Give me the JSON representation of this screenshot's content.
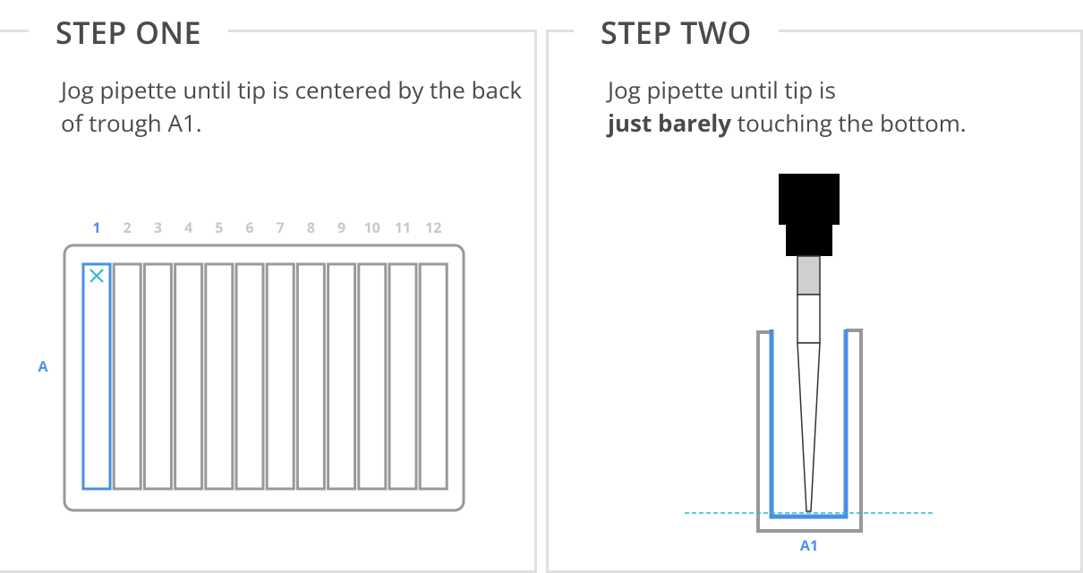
{
  "step_one": {
    "title": "STEP ONE",
    "instruction": "Jog pipette until tip is centered by the back of trough A1.",
    "diagram": {
      "row_label": "A",
      "columns": [
        "1",
        "2",
        "3",
        "4",
        "5",
        "6",
        "7",
        "8",
        "9",
        "10",
        "11",
        "12"
      ],
      "selected_column": "1",
      "selected_marker_icon": "x-icon"
    }
  },
  "step_two": {
    "title": "STEP TWO",
    "instruction_part1": "Jog pipette until tip is",
    "instruction_bold": "just barely",
    "instruction_part2": " touching the bottom.",
    "diagram": {
      "well_label": "A1"
    }
  },
  "colors": {
    "accent_blue": "#4a90e2",
    "marker_cyan": "#27b8d6",
    "gray_outline": "#999999",
    "light_gray_text": "#c8c8c8",
    "dark_text": "#4a4a4a"
  }
}
